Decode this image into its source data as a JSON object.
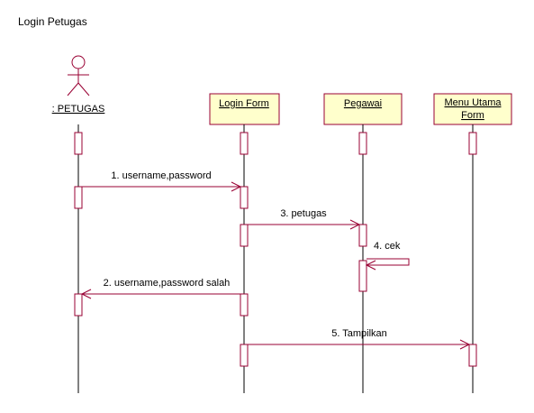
{
  "diagram_title": "Login Petugas",
  "participants": [
    {
      "id": "petugas",
      "kind": "actor",
      "label": ": PETUGAS"
    },
    {
      "id": "login",
      "kind": "object",
      "label": "Login Form"
    },
    {
      "id": "pegawai",
      "kind": "object",
      "label": "Pegawai"
    },
    {
      "id": "menu",
      "kind": "object",
      "label_lines": [
        "Menu Utama",
        "Form"
      ]
    }
  ],
  "messages": [
    {
      "label": "1. username,password",
      "from": "petugas",
      "to": "login"
    },
    {
      "label": "3. petugas",
      "from": "login",
      "to": "pegawai"
    },
    {
      "label": "4. cek",
      "from": "pegawai",
      "to": "pegawai"
    },
    {
      "label": "2. username,password salah",
      "from": "login",
      "to": "petugas"
    },
    {
      "label": "5. Tampilkan",
      "from": "login",
      "to": "menu"
    }
  ],
  "colors": {
    "object_fill": "#ffffcc",
    "object_stroke": "#990033",
    "message_line": "#990033",
    "lifeline": "#000000",
    "activation_stroke": "#990033"
  }
}
